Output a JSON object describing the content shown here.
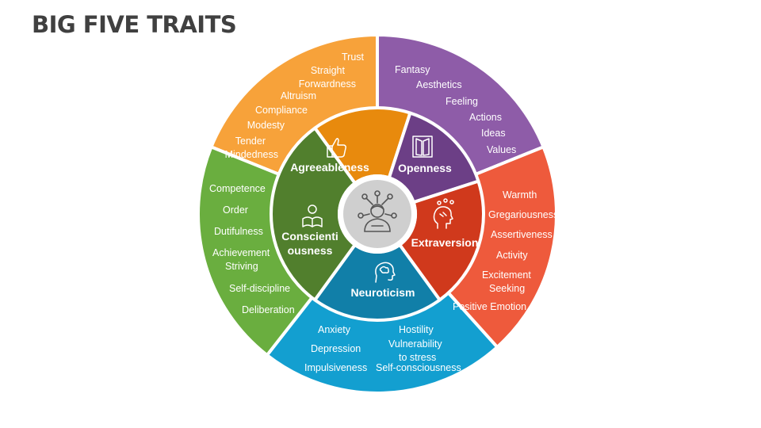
{
  "title": "BIG FIVE TRAITS",
  "colors": {
    "agreeableness": "#F7A23A",
    "openness": "#8E5CA8",
    "extraversion": "#EE5A3C",
    "neuroticism": "#139FD0",
    "conscientiousness": "#6AAE3F"
  },
  "traits": {
    "agreeableness": {
      "label": "Agreeableness",
      "icon": "thumbs-up-icon",
      "facets": [
        "Trust",
        "Straight",
        "Forwardness",
        "Altruism",
        "Compliance",
        "Modesty",
        "Tender",
        "Mindedness"
      ]
    },
    "openness": {
      "label": "Openness",
      "icon": "open-door-icon",
      "facets": [
        "Fantasy",
        "Aesthetics",
        "Feeling",
        "Actions",
        "Ideas",
        "Values"
      ]
    },
    "extraversion": {
      "label": "Extraversion",
      "icon": "head-thoughts-icon",
      "facets": [
        "Warmth",
        "Gregariousness",
        "Assertiveness",
        "Activity",
        "Excitement",
        "Seeking",
        "Positive Emotion"
      ]
    },
    "neuroticism": {
      "label": "Neuroticism",
      "icon": "head-brain-icon",
      "facets": [
        "Anxiety",
        "Depression",
        "Impulsiveness",
        "Hostility",
        "Vulnerability",
        "to stress",
        "Self-consciousness"
      ]
    },
    "conscientiousness": {
      "label_line1": "Conscienti",
      "label_line2": "ousness",
      "icon": "person-reading-icon",
      "facets": [
        "Competence",
        "Order",
        "Dutifulness",
        "Achievement",
        "Striving",
        "Self-discipline",
        "Deliberation"
      ]
    }
  },
  "center": {
    "icon": "person-network-icon"
  }
}
